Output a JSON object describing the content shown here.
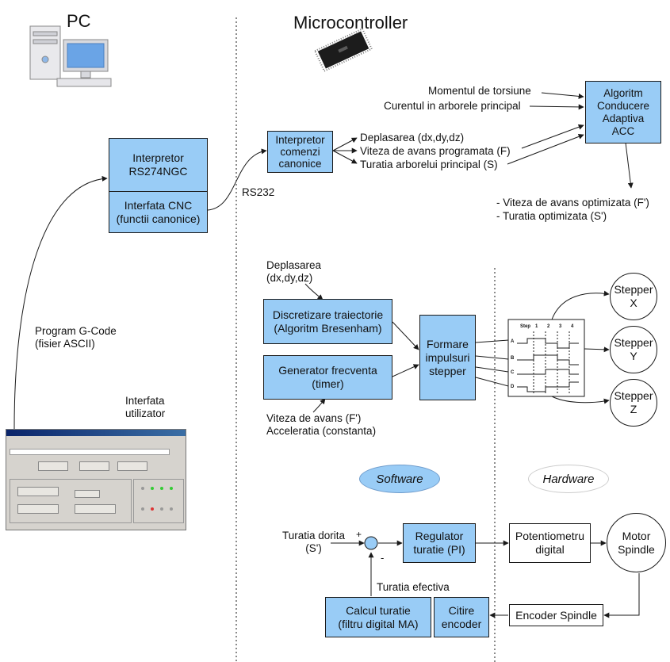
{
  "headers": {
    "pc": "PC",
    "micro": "Microcontroller"
  },
  "pc_boxes": {
    "interp_title": "Interpretor",
    "interp_sub": "RS274NGC",
    "cnc_title": "Interfata CNC",
    "cnc_sub": "(functii canonice)"
  },
  "links": {
    "rs232": "RS232",
    "program_line1": "Program G-Code",
    "program_line2": "(fisier ASCII)",
    "ui_line1": "Interfata",
    "ui_line2": "utilizator"
  },
  "canon": {
    "box_l1": "Interpretor",
    "box_l2": "comenzi",
    "box_l3": "canonice",
    "out1": "Deplasarea (dx,dy,dz)",
    "out2": "Viteza de avans programata (F)",
    "out3": "Turatia arborelui principal (S)"
  },
  "acc": {
    "in1": "Momentul de torsiune",
    "in2": "Curentul in arborele principal",
    "box_l1": "Algoritm",
    "box_l2": "Conducere",
    "box_l3": "Adaptiva",
    "box_l4": "ACC",
    "out1": "- Viteza de avans optimizata (F')",
    "out2": "- Turatia optimizata (S')"
  },
  "motion": {
    "deplasarea_l1": "Deplasarea",
    "deplasarea_l2": "(dx,dy,dz)",
    "discr_l1": "Discretizare traiectorie",
    "discr_l2": "(Algoritm Bresenham)",
    "gen_l1": "Generator frecventa",
    "gen_l2": "(timer)",
    "form_l1": "Formare",
    "form_l2": "impulsuri",
    "form_l3": "stepper",
    "feed_l1": "Viteza de avans (F')",
    "feed_l2": "Acceleratia (constanta)",
    "stepper_word": "Stepper",
    "stepper_x": "X",
    "stepper_y": "Y",
    "stepper_z": "Z",
    "timing": {
      "step": "Step",
      "n1": "1",
      "n2": "2",
      "n3": "3",
      "n4": "4",
      "a": "A",
      "b": "B",
      "c": "C",
      "d": "D"
    }
  },
  "domains": {
    "software": "Software",
    "hardware": "Hardware"
  },
  "spindle": {
    "desired_l1": "Turatia dorita",
    "desired_l2": "(S')",
    "plus": "+",
    "minus": "-",
    "reg_l1": "Regulator",
    "reg_l2": "turatie (PI)",
    "pot_l1": "Potentiometru",
    "pot_l2": "digital",
    "motor_l1": "Motor",
    "motor_l2": "Spindle",
    "effective": "Turatia efectiva",
    "calc_l1": "Calcul turatie",
    "calc_l2": "(filtru digital MA)",
    "read_l1": "Citire",
    "read_l2": "encoder",
    "enc": "Encoder Spindle"
  },
  "colors": {
    "box_blue": "#99ccf6",
    "software_fill": "#99ccf6",
    "line": "#1a1a1a"
  }
}
